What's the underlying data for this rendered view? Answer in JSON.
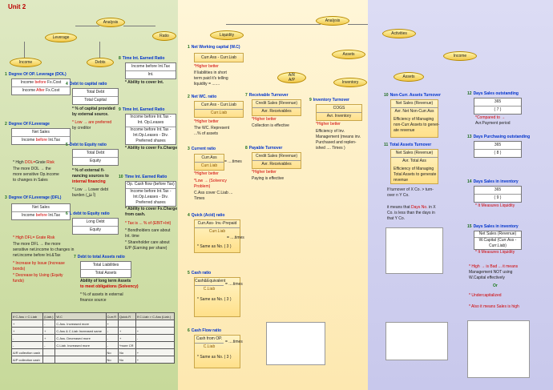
{
  "unit": "Unit 2",
  "p1": {
    "ovals": {
      "analysis": "Analysis",
      "leverage": "Leverage",
      "ratio": "Ratio",
      "income": "Income",
      "debts": "Debts"
    },
    "doe": {
      "title": "Degree Of OP. Leverage (DOL)",
      "r1a": "Income ",
      "r1b": "before",
      "r1c": " Fx.Cost",
      "r2a": "Income ",
      "r2b": "After",
      "r2c": " Fx.Cost"
    },
    "dfl": {
      "title": "Degree Of F.Leverage",
      "r1": "Net Sales",
      "r2a": "Income ",
      "r2b": "before",
      "r2c": " Int.Tax",
      "n1a": "* High ",
      "n1b": "DOL=",
      "n1c": "Grate ",
      "n1d": "Risk",
      "n2": "The more DOL → the",
      "n3": "more sensitive Op.income",
      "n4": "to changes in Sales"
    },
    "dtl": {
      "title": "Degree Of F.Leverage (DFL)",
      "r1": "Net Sales",
      "r2a": "Income ",
      "r2b": "before",
      "r2c": " Int.Tax",
      "n1": "* High DFL= Grate Risk",
      "n2": "The more DFL → the more",
      "n3": "sensitive net.income to changes in",
      "n4": "net.income before Int.&Tax",
      "n5": "* Increase by Issue (Increase",
      "n6": "bonds)",
      "n7": "* Decrease by Using (Equity",
      "n8": "funds)"
    },
    "dcr": {
      "title": "Debt to capital ratio",
      "r1": "Total Debt",
      "r2": "Total Capital",
      "n1": "* % of capital provided",
      "n2": "by external source.",
      "n3": "* Low → are preferred",
      "n4": "by creditor"
    },
    "der": {
      "title": "Debt to Equity ratio",
      "r1": "Total Debt",
      "r2": "Equity",
      "n1": "* % of external fi-",
      "n2": "nancing sources to",
      "n3": "internal financing",
      "n4": "* Low → Lower debt",
      "n5": "burden (أ قل)"
    },
    "delr": {
      "title": "L debt to Equity ratio",
      "r1": "Long Debt",
      "r2": "Equity"
    },
    "dtar": {
      "title": "Debt to total Assets ratio",
      "r1": "Total Liabilities",
      "r2": "Total Assets",
      "n1": "Ability of long term Assets",
      "n2": "to meet obligations (Solvency)",
      "n3": "* % of assets in external",
      "n4": "finance source"
    },
    "tie1": {
      "title": "Time Int. Earned Ratio",
      "r1": "Income before Int.Tax",
      "r2": "Int.",
      "n1": "* Ability to cover Int."
    },
    "tie2": {
      "title": "Time Int. Earned Ratio",
      "r1": "Income before Int.Tax -",
      "r2": "Int. Op.Leases",
      "r3": "Income before Int.Tax -",
      "r4": "Int.Op.Leases - Div.",
      "r5": "Preferred shares",
      "n1": "* Ability to cover Fx.Charge"
    },
    "tie3": {
      "title": "Time Int. Earned Ratio",
      "r1": "Op. Cash flow (before Tax)",
      "r2": "Income before Int.Tax -",
      "r3": "Int.Op.Leases - Div.",
      "r4": "Preferred shares",
      "n1": "* Ability to cover Fx.Charge",
      "n2": "from cash.",
      "n3": "* Tax is ... % of (EBIT+Int)",
      "n4": "* Bondholders care about",
      "n5": "Int. time",
      "n6": "* Shareholder care about",
      "n7": "E/P (Earning per share)"
    },
    "table": {
      "headers": [
        "If C.Ass > C.Liab",
        "(Liab.)",
        "W.C",
        "Curr.R",
        "Quick.R",
        "If C.Liab > C.Ass (Liab.)"
      ],
      "rows": [
        [
          "+",
          "-",
          "C.Ass. Increased more",
          "+",
          "",
          ""
        ],
        [
          "+",
          "+",
          "C.Ass & C.Liab Increased same",
          "↓",
          "+",
          "+"
        ],
        [
          "-",
          "+",
          "C.Ass. Decreased more",
          "-",
          "+",
          "-"
        ],
        [
          "-",
          "-",
          "C.Liab. Increased more",
          "-",
          "*more CR",
          ""
        ],
        [
          "A/R collection cash",
          "",
          "",
          "No",
          "No",
          "+"
        ],
        [
          "A/P collection cash",
          "",
          "",
          "No",
          "No",
          "+"
        ]
      ]
    }
  },
  "p2": {
    "ovals": {
      "analysis": "Analysis",
      "liquidity": "Liquidity",
      "assets": "Assets",
      "ar": "A/R",
      "ap": "A/P",
      "inventory": "Inventory"
    },
    "nwc": {
      "title": "Net Working capital (W.C)",
      "r1": "Curr.Ass - Curr.Liab",
      "n1": "*Higher better",
      "n2": "If liabilities in short",
      "n3": "term paid it's telling",
      "n4": "liquidity = ......."
    },
    "nwcr": {
      "title": "Net WC. ratio",
      "r1": "Curr.Ass - Curr.Liab",
      "r2": "Curr.Liab",
      "n1": "*Higher better",
      "n2": "The WC. Represent",
      "n3": "...% of assets"
    },
    "cr": {
      "title": "Current ratio",
      "r1": "Curr.Ass",
      "r2": "Curr.Liab",
      "x": "= ....times",
      "n1": "*Higher better",
      "n2": "*Low → (Solvency",
      "n3": "Problem)",
      "n4": "C.Ass cover C.Liab ...",
      "n5": "Times"
    },
    "qr": {
      "title": "Quick (Acid) ratio",
      "r1": "Curr.Ass- Inv.-Prepaid",
      "r2": "Curr.Liab",
      "x": "= ....times",
      "n1": "* Same as No. ( 3 )"
    },
    "cashr": {
      "title": "Cash ratio",
      "r1": "Cash&Equivalent",
      "r2": "C.Liab",
      "x": "= ....times",
      "n1": "* Same as No. ( 3 )"
    },
    "cfr": {
      "title": "Cash Flow ratio",
      "r1": "Cash from OP.",
      "r2": "C.Liab",
      "x": "= ....times",
      "n1": "* Same as No. ( 3 )"
    },
    "rt": {
      "title": "Receivable Turnover",
      "r1": "Credit Sales (Revenue)",
      "r2": "Avr. Receivables",
      "n1": "*Higher better",
      "n2": "Collection is effective"
    },
    "pt": {
      "title": "Payable Turnover",
      "r1": "Credit Sales (Revenue)",
      "r2": "Avr. Receivables",
      "n1": "*Higher better",
      "n2": "Paying is effective"
    },
    "it": {
      "title": "Inventory Turnover",
      "r1": "COGS",
      "r2": "Avr. Inventory",
      "n1": "*Higher better",
      "n2": "Efficiency of Inv.",
      "n3": "Management (means inv.",
      "n4": "Purchased and replen-",
      "n5": "ished .... Times )"
    }
  },
  "p3": {
    "ovals": {
      "activities": "Activities",
      "income": "Income",
      "assets": "Assets"
    },
    "ncat": {
      "title": "Non-Curr. Assets Turnover",
      "r1": "Net Sales (Revenue)",
      "r2": "Avr. Net Non-Curr.Ass",
      "n1": "Efficiency of Managing",
      "n2": "non-Curr.Assets to gener-",
      "n3": "ate revenue"
    },
    "tat": {
      "title": "Total Assets Turnover",
      "r1": "Net Sales (Revenue)",
      "r2": "Avr. Total Ass",
      "n1": "Efficiency of Managing",
      "n2": "Total Assets to generate",
      "n3": "revenue",
      "n4": "If turnover of X Co. > turn-",
      "n5": "over n Y Co.",
      "n6": "it means that ",
      "n7": "Days No.",
      "n8": " in X",
      "n9": "Co. is less than the days in",
      "n10": "that Y Co."
    },
    "dso": {
      "title": "Days Sales outstanding",
      "r1": "365",
      "r2": "( 7 )",
      "n1": "*Compared to →",
      "n2": "Avr.Payment period"
    },
    "dpo": {
      "title": "Days Purchasing outstanding",
      "r1": "365",
      "r2": "( 8 )"
    },
    "dsi": {
      "title": "Days Sales in inventory",
      "r1": "365",
      "r2": "( 9 )",
      "n1": "* It Measures Liquidity"
    },
    "dsi2": {
      "title": "Days Sales in inventory",
      "r1": "Net Sales (Revenue)",
      "r2": "W.Capital (Curr.Ass -",
      "r3": "Curr.Liab)",
      "n1": "* It Measures Liquidity",
      "n2": "* High → is Bad ... it means",
      "n3": "Management NOT using",
      "n4": "W.Capital effectively",
      "n5": "Or",
      "n6": "* Undercapitalized",
      "n7": "* Also it means Sales is high"
    }
  }
}
